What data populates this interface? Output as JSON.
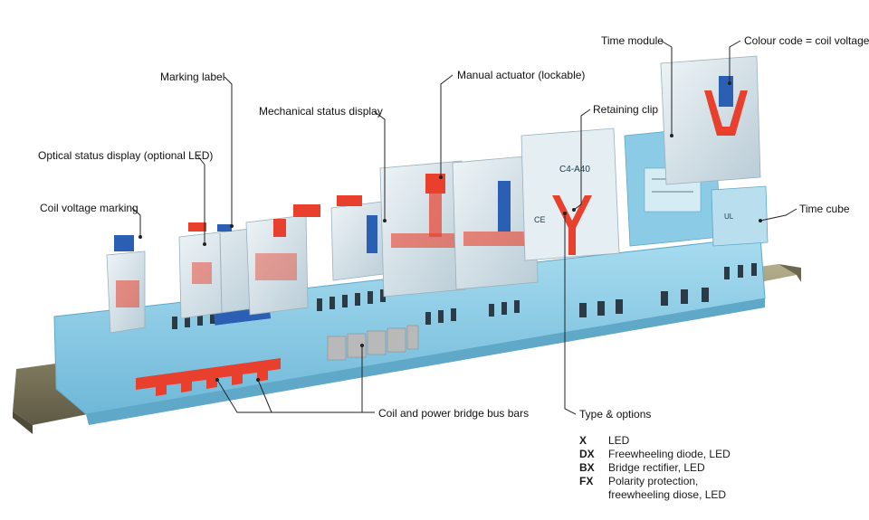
{
  "callouts": {
    "time_module": "Time module",
    "colour_code": "Colour code = coil voltage",
    "marking_label": "Marking label",
    "manual_actuator": "Manual actuator (lockable)",
    "mechanical_status": "Mechanical status display",
    "retaining_clip": "Retaining clip",
    "optical_status": "Optical status display (optional LED)",
    "coil_voltage_marking": "Coil voltage marking",
    "time_cube": "Time cube",
    "bus_bars": "Coil and power bridge bus bars",
    "type_options": "Type & options"
  },
  "legend": [
    {
      "code": "X",
      "desc": "LED"
    },
    {
      "code": "DX",
      "desc": "Freewheeling diode, LED"
    },
    {
      "code": "BX",
      "desc": "Bridge rectifier, LED"
    },
    {
      "code": "FX",
      "desc": "Polarity protection,",
      "desc2": "freewheeling diose, LED"
    }
  ],
  "relay_text": {
    "front_code": "C4-A40",
    "ce_mark": "CE",
    "cube_mark": "UL"
  },
  "colors": {
    "socket_blue": "#8fd0ea",
    "socket_dark": "#5fa8c8",
    "relay_clear": "#d7e6ee",
    "accent_red": "#e8402c",
    "actuator_blue": "#2a5fb4",
    "rail_metal": "#8e8a70",
    "leader": "#222222"
  }
}
